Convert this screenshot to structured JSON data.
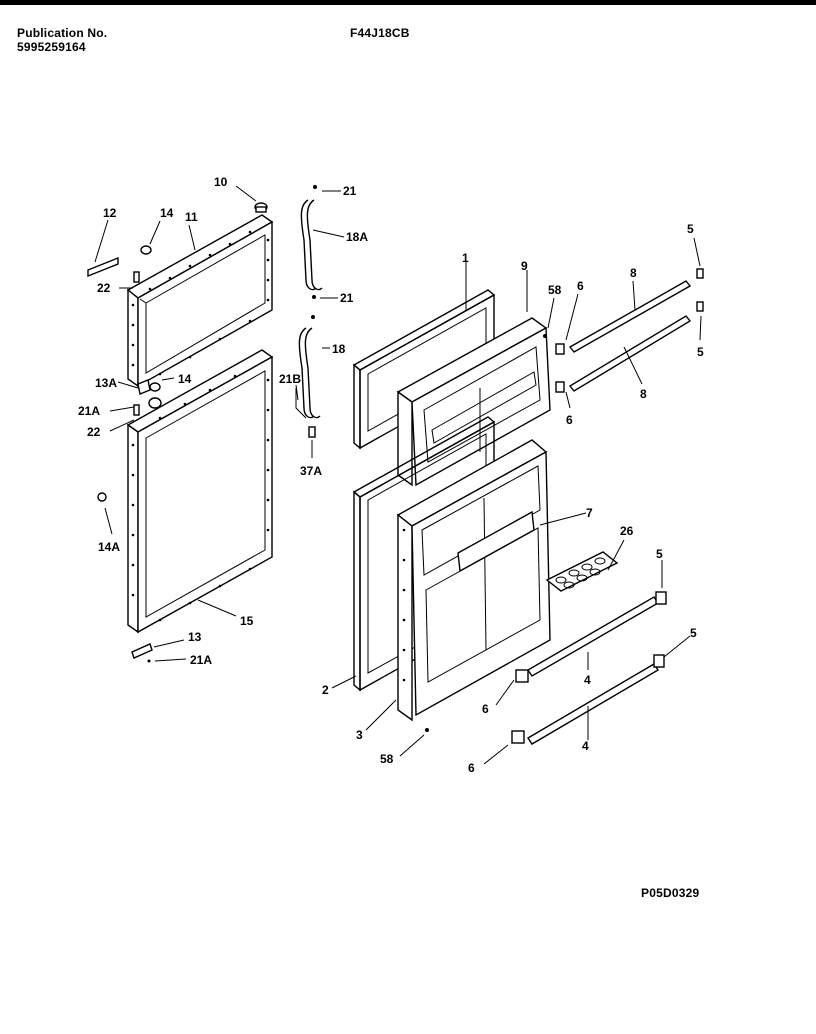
{
  "header": {
    "publication_label": "Publication No.",
    "publication_number": "5995259164",
    "model": "F44J18CB"
  },
  "figure_code": "P05D0329",
  "callouts": {
    "c10": "10",
    "c21_top": "21",
    "c12": "12",
    "c14_top": "14",
    "c11": "11",
    "c18A": "18A",
    "c5_top": "5",
    "c1": "1",
    "c9": "9",
    "c22_top": "22",
    "c21_mid": "21",
    "c58_top": "58",
    "c6_top": "6",
    "c8_top": "8",
    "c5_top2": "5",
    "c18": "18",
    "c13A": "13A",
    "c14_mid": "14",
    "c21B": "21B",
    "c21A_left": "21A",
    "c22_bot": "22",
    "c8_mid": "8",
    "c6_mid": "6",
    "c37A": "37A",
    "c7": "7",
    "c14A": "14A",
    "c26": "26",
    "c5_mid": "5",
    "c15": "15",
    "c13": "13",
    "c21A_bot": "21A",
    "c5_bot": "5",
    "c2": "2",
    "c4_mid": "4",
    "c6_low": "6",
    "c3": "3",
    "c4_bot": "4",
    "c58_bot": "58",
    "c6_bot": "6"
  }
}
